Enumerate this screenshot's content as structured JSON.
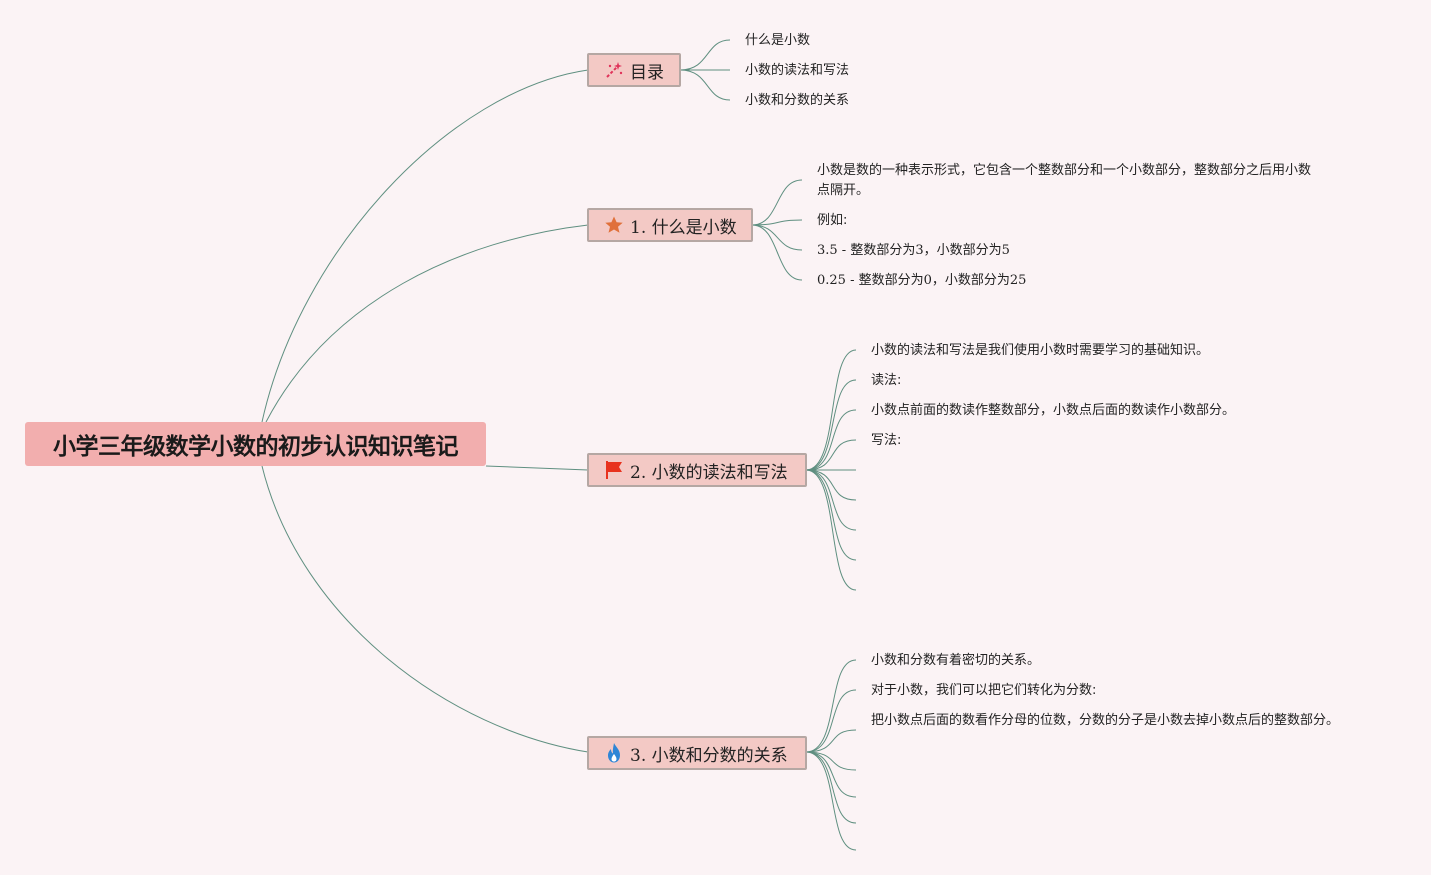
{
  "root": {
    "title": "小学三年级数学小数的初步认识知识笔记"
  },
  "branches": [
    {
      "label": "目录",
      "icon": "magic-wand-icon",
      "leaves": [
        "什么是小数",
        "小数的读法和写法",
        "小数和分数的关系"
      ]
    },
    {
      "label": "1. 什么是小数",
      "icon": "star-icon",
      "leaves": [
        "小数是数的一种表示形式，它包含一个整数部分和一个小数部分，整数部分之后用小数点隔开。",
        "例如:",
        "3.5 - 整数部分为3，小数部分为5",
        "0.25 - 整数部分为0，小数部分为25"
      ]
    },
    {
      "label": "2. 小数的读法和写法",
      "icon": "flag-icon",
      "leaves": [
        "小数的读法和写法是我们使用小数时需要学习的基础知识。",
        "读法:",
        "小数点前面的数读作整数部分，小数点后面的数读作小数部分。",
        "写法:"
      ]
    },
    {
      "label": "3. 小数和分数的关系",
      "icon": "fire-icon",
      "leaves": [
        "小数和分数有着密切的关系。",
        "对于小数，我们可以把它们转化为分数:",
        "把小数点后面的数看作分母的位数，分数的分子是小数去掉小数点后的整数部分。"
      ]
    }
  ],
  "colors": {
    "background": "#fbf3f5",
    "root_fill": "#f2aeae",
    "branch_fill": "#f3c9c5",
    "branch_border": "#b5a7a3",
    "connector": "#5f8f80",
    "star": "#e0703a",
    "flag": "#e8321e",
    "fire": "#2f86d6",
    "wand": "#e0345a"
  }
}
